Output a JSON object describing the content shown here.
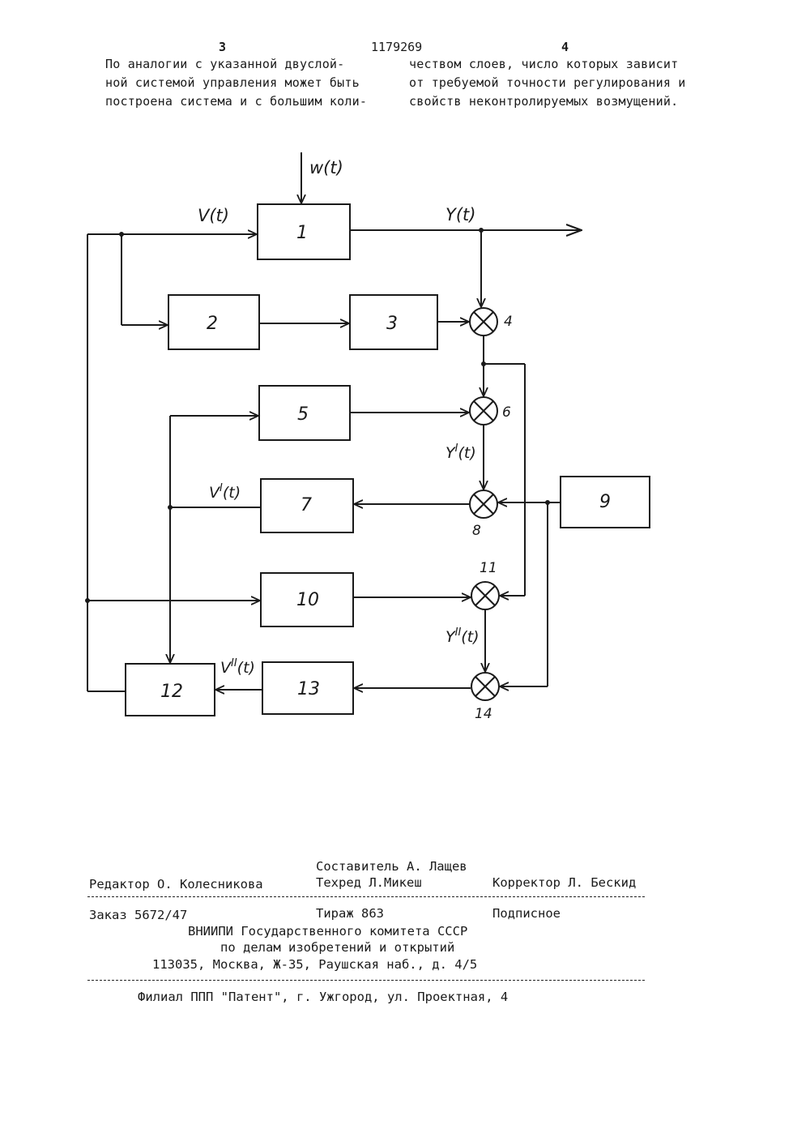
{
  "header": {
    "page_left": "3",
    "patent_number": "1179269",
    "page_right": "4"
  },
  "body_text": {
    "left_column": [
      "По аналогии с указанной двуслой-",
      "ной системой управления может быть",
      "построена система и с большим коли-"
    ],
    "right_column": [
      "чеством слоев, число которых зависит",
      "от требуемой точности регулирования и",
      "свойств неконтролируемых  возмущений."
    ]
  },
  "diagram": {
    "blocks": [
      "1",
      "2",
      "3",
      "5",
      "7",
      "9",
      "10",
      "12",
      "13"
    ],
    "summing_nodes": [
      "4",
      "6",
      "8",
      "11",
      "14"
    ],
    "signals": {
      "w": "w(t)",
      "v": "V(t)",
      "y": "Y(t)",
      "y1": "Y^I(t)",
      "v1": "V^I(t)",
      "y2": "Y^II(t)",
      "v2": "V^II(t)"
    }
  },
  "imprint": {
    "composer": "Составитель А. Лащев",
    "editor": "Редактор О. Колесникова",
    "techred": "Техред Л.Микеш",
    "corrector": "Корректор Л. Бескид",
    "order": "Заказ 5672/47",
    "circulation": "Тираж 863",
    "subscription": "Подписное",
    "org_line1": "ВНИИПИ Государственного комитета СССР",
    "org_line2": "по делам изобретений и открытий",
    "org_address": "113035, Москва, Ж-35, Раушская наб., д. 4/5",
    "branch": "Филиал ППП \"Патент\", г. Ужгород, ул. Проектная, 4"
  }
}
